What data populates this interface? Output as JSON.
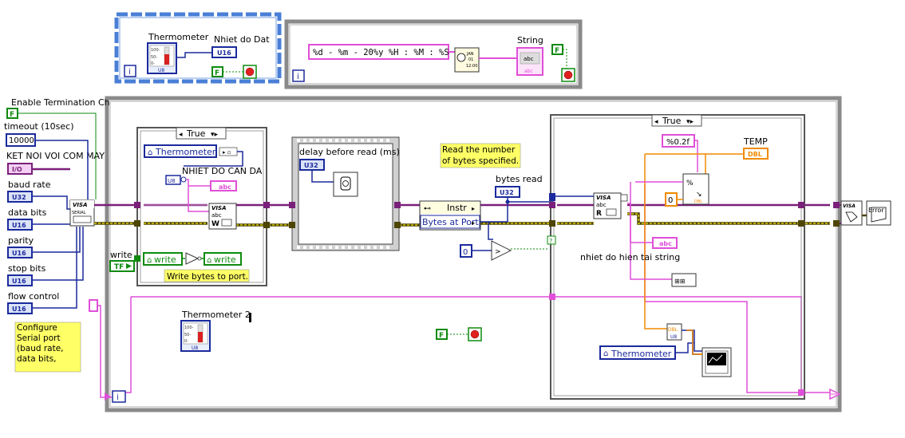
{
  "loops": {
    "index_symbol": "i"
  },
  "top_loop_1": {
    "thermometer_label": "Thermometer",
    "thermo_scale": [
      "100-",
      "50-",
      "0-"
    ],
    "thermo_type": "U8",
    "output_label": "Nhiet do Dat",
    "output_type": "U16",
    "stop_const": "F"
  },
  "top_loop_2": {
    "format_string": "%d - %m - 20%y  %H : %M : %S",
    "date_icon": [
      "JAN",
      "01",
      "12:00"
    ],
    "string_label": "String",
    "string_indicator": "abc",
    "string_type": "abc",
    "stop_const": "F"
  },
  "left_controls": {
    "enable_termination_label": "Enable Termination Ch",
    "enable_termination_value": "F",
    "timeout_label": "timeout (10sec)",
    "timeout_value": "10000",
    "port_label": "KET NOI VOI COM MAY",
    "port_type": "I/O",
    "baud_label": "baud rate",
    "baud_type": "U32",
    "databits_label": "data bits",
    "databits_type": "U16",
    "parity_label": "parity",
    "parity_type": "U16",
    "stopbits_label": "stop bits",
    "stopbits_type": "U16",
    "flow_label": "flow control",
    "flow_type": "U16",
    "visa_serial_top": "VISA",
    "visa_serial_bottom": "SERIAL",
    "configure_note": "Configure Serial port (baud rate, data bits,"
  },
  "case1": {
    "selector": "True",
    "thermometer_ref": "Thermometer",
    "nhiet_do_label": "NHIET DO CAN DA",
    "u8_type": "U8",
    "abc_type": "abc",
    "visa_write_top": "VISA",
    "visa_write_abc": "abc",
    "visa_write_w": "W",
    "write_label": "write",
    "write_const": "TF",
    "write_local": "write",
    "write_local2": "write",
    "note": "Write bytes to port."
  },
  "sequence": {
    "label": "delay before read (ms)",
    "type": "U32"
  },
  "middle": {
    "note": "Read the number of bytes specified.",
    "instr_label": "Instr",
    "bytes_at_port": "Bytes at Port",
    "bytes_read_label": "bytes read",
    "bytes_read_type": "U32",
    "zero_const": "0"
  },
  "case2": {
    "selector": "True",
    "format_const": "%0.2f",
    "temp_label": "TEMP",
    "temp_type": "DBL",
    "zero_const": "0",
    "dbl_small": "DBL",
    "visa_read_top": "VISA",
    "visa_read_abc": "abc",
    "visa_read_r": "R",
    "string_ind_label": "nhiet do hien tai string",
    "string_ind_type": "abc",
    "thermometer_ref": "Thermometer",
    "dbl_u8": [
      "DBL",
      "U8"
    ]
  },
  "thermometer2": {
    "label": "Thermometer 2",
    "scale": [
      "100-",
      "50-",
      "0-"
    ],
    "type": "U8"
  },
  "main_stop": {
    "value": "F"
  },
  "right": {
    "close_visa": "VISA",
    "error_label": "Error"
  },
  "colors": {
    "loop_gray": "#8a8a8a",
    "blue_loop": "#4a7fd6",
    "int_wire": "#1b2a9c",
    "string_wire": "#e04fd8",
    "bool_wire": "#0e8a0e",
    "dbl_wire": "#f08a00",
    "error_wire": "#d8c800",
    "note_bg": "#ffff66"
  }
}
